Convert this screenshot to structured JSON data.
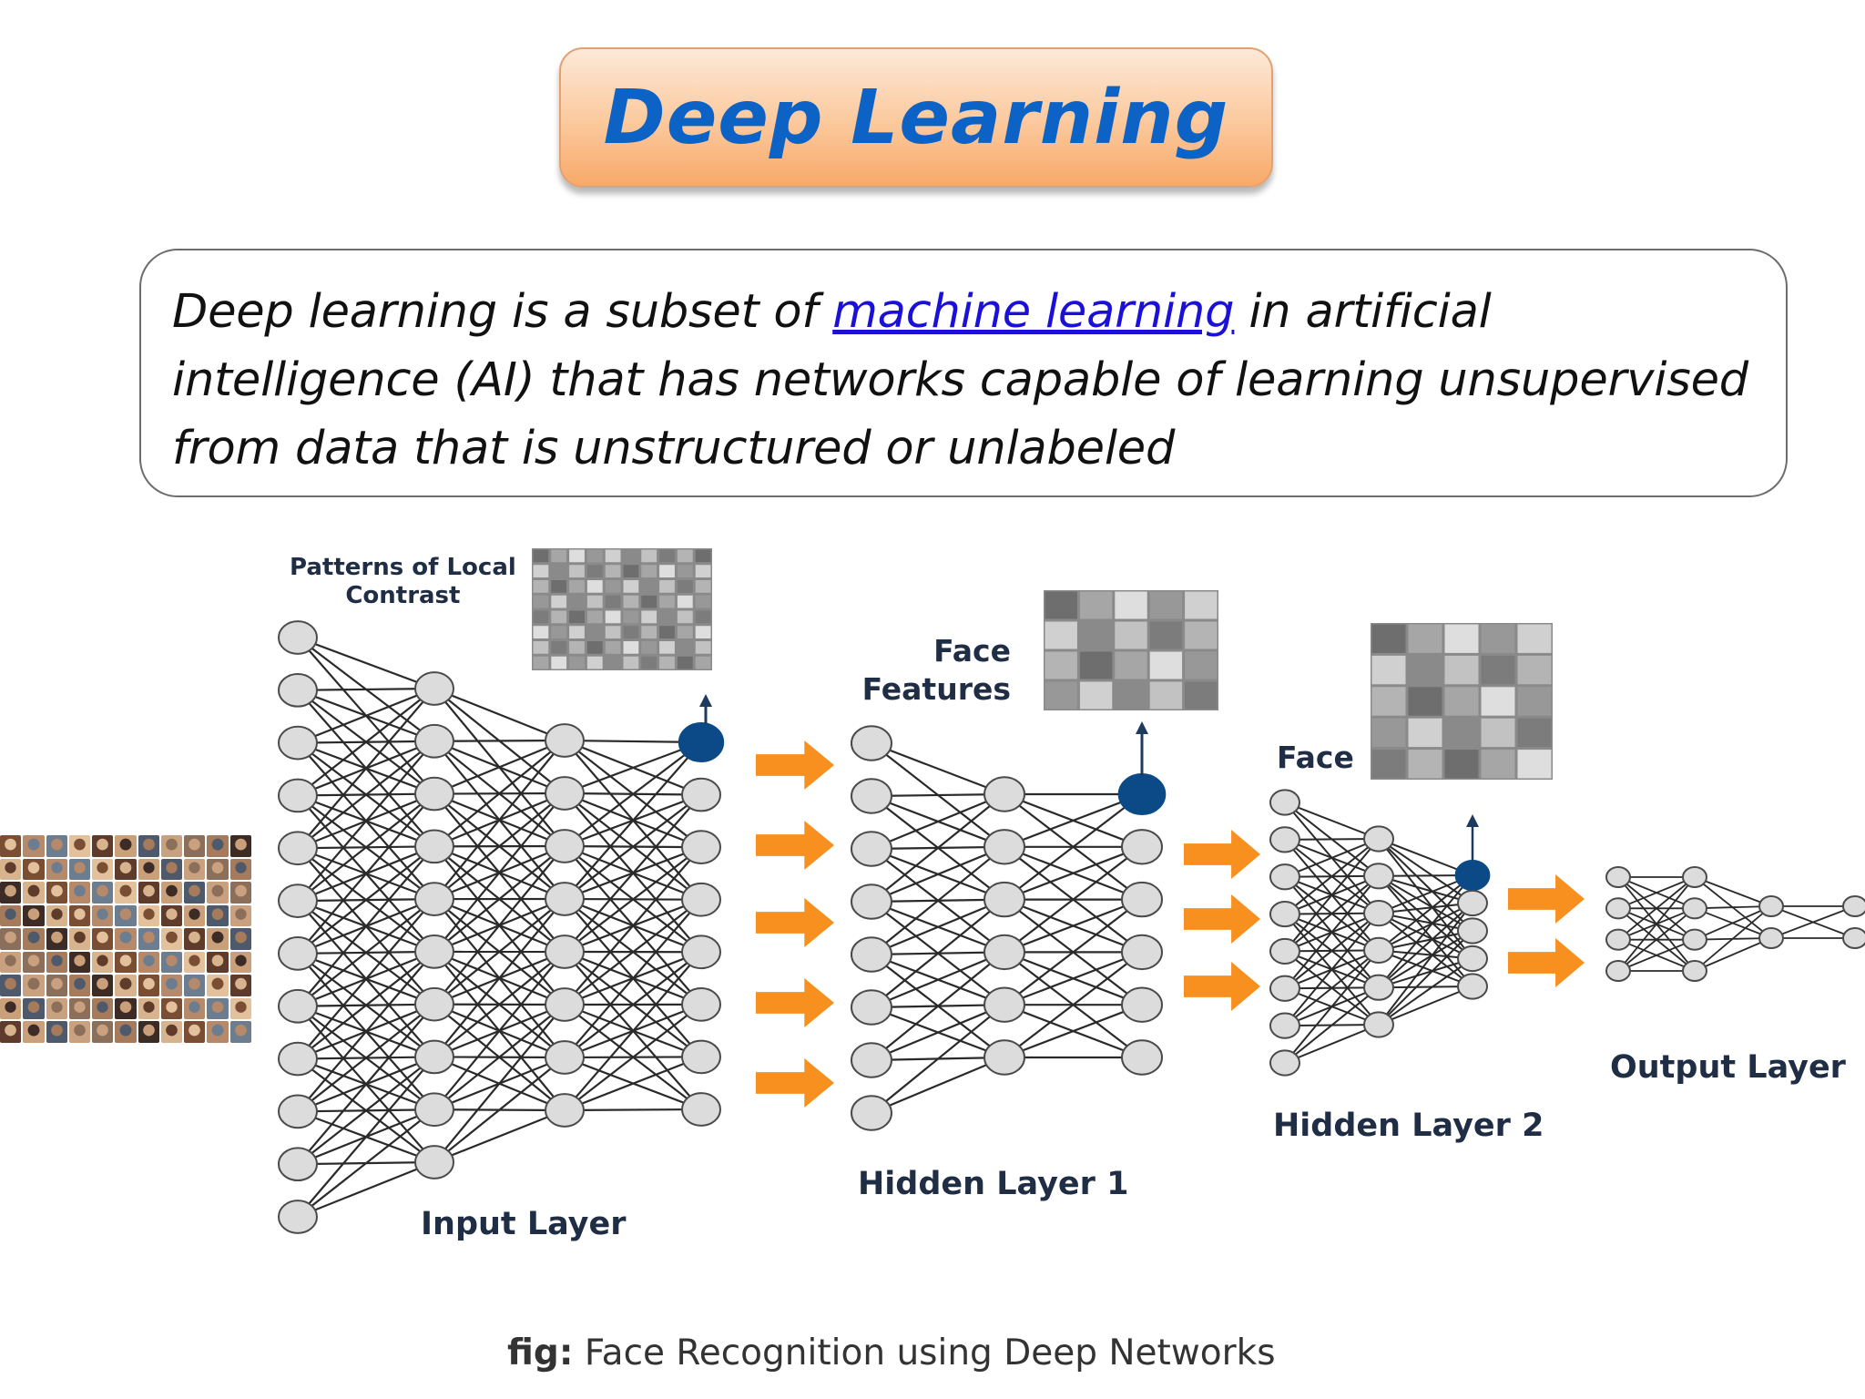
{
  "title": "Deep Learning",
  "definition": {
    "text_before": "Deep learning is a subset of ",
    "link_text": "machine learning",
    "text_after": " in artificial intelligence (AI) that has networks capable of learning unsupervised from data that is unstructured or unlabeled"
  },
  "diagram": {
    "labels": {
      "patterns_line1": "Patterns of Local",
      "patterns_line2": "Contrast",
      "face_features_line1": "Face",
      "face_features_line2": "Features",
      "face": "Face",
      "input_layer": "Input Layer",
      "hidden_layer_1": "Hidden Layer 1",
      "hidden_layer_2": "Hidden Layer 2",
      "output_layer": "Output Layer"
    },
    "colors": {
      "node_fill": "#dcdcdc",
      "node_active": "#0b4a86",
      "arrow": "#f7901e",
      "edge": "#2a2a2a"
    }
  },
  "caption": {
    "prefix": "fig:",
    "text": " Face Recognition using Deep Networks"
  }
}
